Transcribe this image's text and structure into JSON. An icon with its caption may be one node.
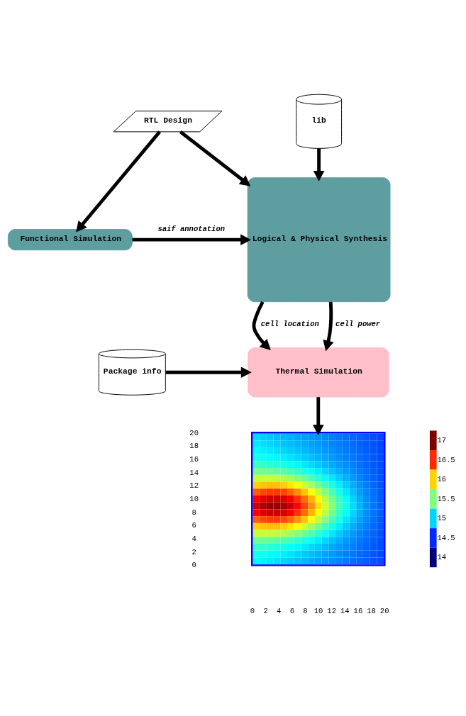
{
  "diagram": {
    "nodes": [
      {
        "text": [
          "RTL Design"
        ]
      },
      {
        "text": [
          "lib"
        ]
      },
      {
        "text": [
          "Functional Simulation"
        ]
      },
      {
        "text": [
          "Logical & Physical Synthesis"
        ]
      },
      {
        "text": [
          "Package info"
        ]
      },
      {
        "text": [
          "Thermal Simulation"
        ]
      },
      {
        "text": [],
        "shape": "picture"
      }
    ],
    "edges": [
      {
        "from": 0,
        "to": 2,
        "arrow": "to"
      },
      {
        "from": 0,
        "to": 3,
        "arrow": "to"
      },
      {
        "from": 1,
        "to": 3,
        "arrow": "to"
      },
      {
        "from": 2,
        "to": 3,
        "arrow": "to",
        "label": "saif annotation"
      },
      {
        "from": 3,
        "to": 5,
        "arrow": "to",
        "label": "cell location"
      },
      {
        "from": 3,
        "to": 5,
        "arrow": "to",
        "label": "cell power"
      },
      {
        "from": 4,
        "to": 5,
        "arrow": "to"
      },
      {
        "from": 5,
        "to": 6,
        "arrow": "to"
      }
    ],
    "labels": [
      "20",
      "18",
      "16",
      "14",
      "12",
      "10",
      "8",
      "6",
      "4",
      "2",
      "0",
      "17",
      "16.5",
      "16",
      "15.5",
      "15",
      "14.5",
      "14",
      "0",
      "2",
      "4",
      "6",
      "8",
      "10",
      "12",
      "14",
      "16",
      "18",
      "20"
    ]
  }
}
